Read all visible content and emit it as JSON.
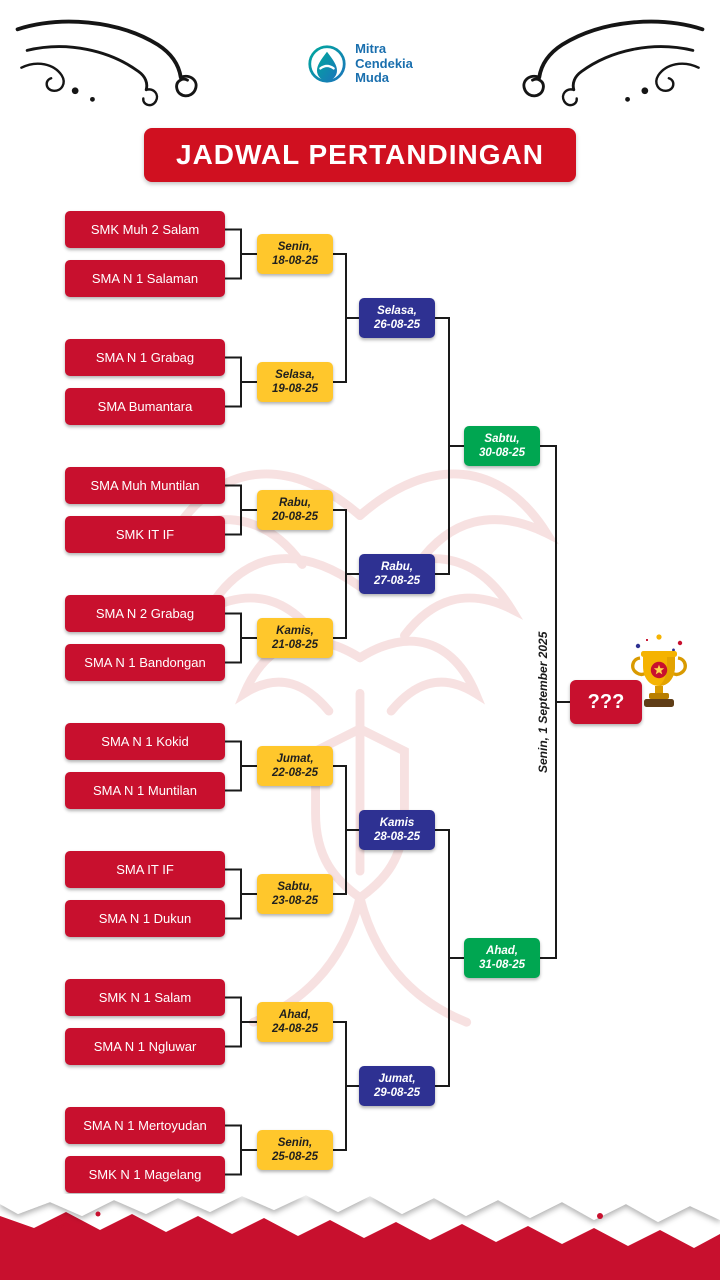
{
  "logo": {
    "line1": "Mitra",
    "line2": "Cendekia",
    "line3": "Muda"
  },
  "title": "JADWAL PERTANDINGAN",
  "bracket": {
    "round1": [
      {
        "team1": "SMK Muh 2 Salam",
        "team2": "SMA N 1 Salaman",
        "date_line1": "Senin,",
        "date_line2": "18-08-25"
      },
      {
        "team1": "SMA N 1 Grabag",
        "team2": "SMA Bumantara",
        "date_line1": "Selasa,",
        "date_line2": "19-08-25"
      },
      {
        "team1": "SMA Muh Muntilan",
        "team2": "SMK IT IF",
        "date_line1": "Rabu,",
        "date_line2": "20-08-25"
      },
      {
        "team1": "SMA N 2 Grabag",
        "team2": "SMA N 1 Bandongan",
        "date_line1": "Kamis,",
        "date_line2": "21-08-25"
      },
      {
        "team1": "SMA N 1 Kokid",
        "team2": "SMA N 1 Muntilan",
        "date_line1": "Jumat,",
        "date_line2": "22-08-25"
      },
      {
        "team1": "SMA IT IF",
        "team2": "SMA N 1 Dukun",
        "date_line1": "Sabtu,",
        "date_line2": "23-08-25"
      },
      {
        "team1": "SMK N 1 Salam",
        "team2": "SMA N 1 Ngluwar",
        "date_line1": "Ahad,",
        "date_line2": "24-08-25"
      },
      {
        "team1": "SMA N 1 Mertoyudan",
        "team2": "SMK N 1 Magelang",
        "date_line1": "Senin,",
        "date_line2": "25-08-25"
      }
    ],
    "round2": [
      {
        "date_line1": "Selasa,",
        "date_line2": "26-08-25"
      },
      {
        "date_line1": "Rabu,",
        "date_line2": "27-08-25"
      },
      {
        "date_line1": "Kamis",
        "date_line2": "28-08-25"
      },
      {
        "date_line1": "Jumat,",
        "date_line2": "29-08-25"
      }
    ],
    "semifinal": [
      {
        "date_line1": "Sabtu,",
        "date_line2": "30-08-25"
      },
      {
        "date_line1": "Ahad,",
        "date_line2": "31-08-25"
      }
    ],
    "final": {
      "date_text": "Senin, 1 September 2025",
      "winner_placeholder": "???"
    }
  },
  "colors": {
    "red": "#c8102e",
    "yellow": "#ffc72c",
    "blue": "#2e3192",
    "green": "#00a651",
    "logo_blue": "#1a6fae",
    "logo_teal": "#00a79d"
  }
}
